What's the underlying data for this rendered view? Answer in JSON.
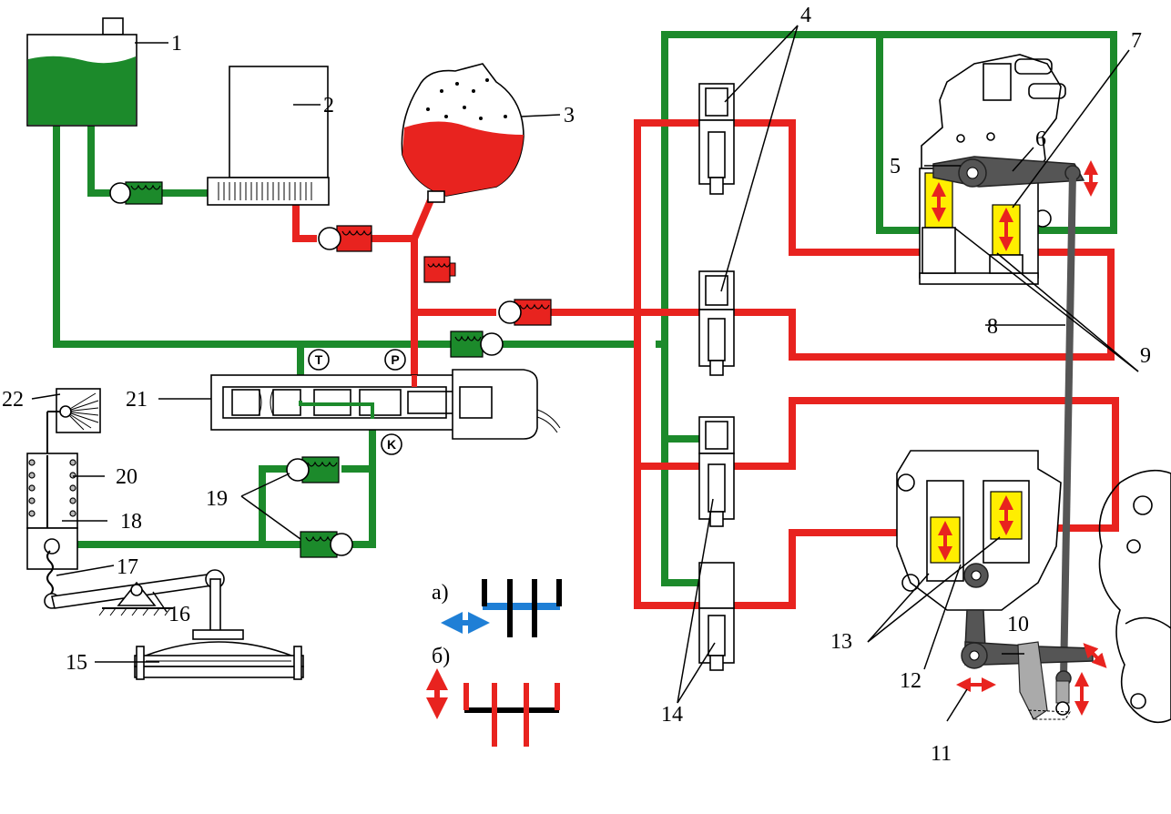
{
  "labels": {
    "l1": "1",
    "l2": "2",
    "l3": "3",
    "l4": "4",
    "l5": "5",
    "l6": "6",
    "l7": "7",
    "l8": "8",
    "l9": "9",
    "l10": "10",
    "l11": "11",
    "l12": "12",
    "l13": "13",
    "l14": "14",
    "l15": "15",
    "l16": "16",
    "l17": "17",
    "l18": "18",
    "l19": "19",
    "l20": "20",
    "l21": "21",
    "l22": "22"
  },
  "ports": {
    "t": "T",
    "p": "P",
    "k": "K"
  },
  "legend": {
    "a": "а)",
    "b": "б)"
  },
  "colors": {
    "low_pressure": "#1c8a2b",
    "high_pressure": "#e8231f",
    "actuator": "#ffee00",
    "shift_axial": "#1f7fd6",
    "rod": "#555555"
  }
}
